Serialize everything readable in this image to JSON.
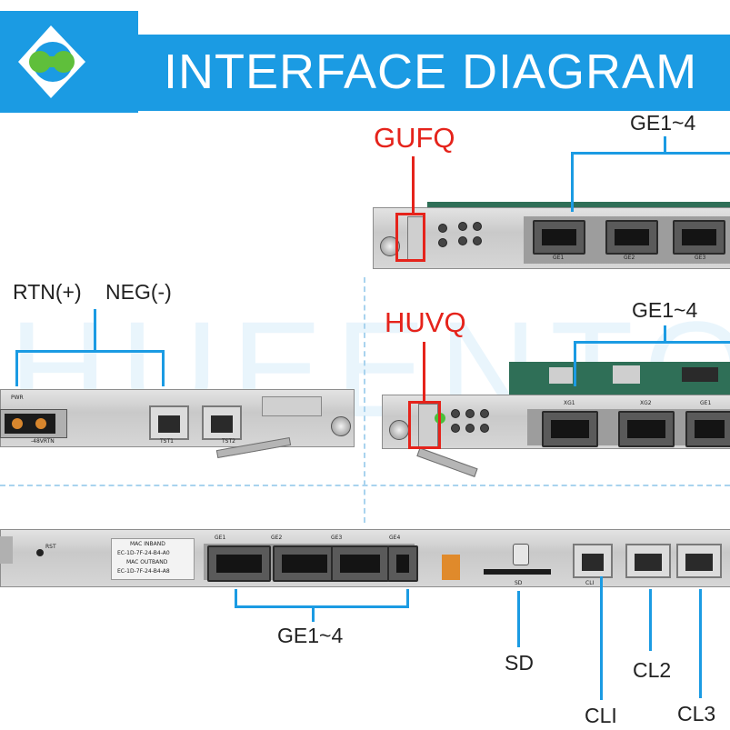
{
  "header": {
    "title": "INTERFACE DIAGRAM"
  },
  "gufq": {
    "board_label": "GUFQ",
    "ports_label": "GE1~4",
    "port_silk": [
      "GE1",
      "GE2",
      "GE3"
    ]
  },
  "huvq": {
    "board_label": "HUVQ",
    "ports_label": "GE1~4",
    "port_silk": [
      "XG1",
      "XG2",
      "GE1"
    ]
  },
  "power": {
    "rtn_label": "RTN(+)",
    "neg_label": "NEG(-)",
    "silk_pwr": "PWR",
    "silk_rtn": "-48VRTN",
    "silk_tst1": "TST1",
    "silk_tst2": "TST2"
  },
  "control": {
    "mac_inband": "MAC INBAND",
    "mac_inband_value": "EC-1D-7F-24-B4-A0",
    "mac_outband": "MAC OUTBAND",
    "mac_outband_value": "EC-1D-7F-24-B4-A8",
    "ge_silk": [
      "GE1",
      "GE2",
      "GE3",
      "GE4"
    ],
    "ports_label": "GE1~4",
    "sd_label": "SD",
    "cli_label": "CLI",
    "cl2_label": "CL2",
    "cl3_label": "CL3",
    "silk_sd": "SD",
    "silk_cli": "CLI",
    "silk_rst": "RST"
  },
  "colors": {
    "banner": "#1b9be3",
    "callout_red": "#e5231b",
    "callout_blue": "#1b9be3"
  }
}
